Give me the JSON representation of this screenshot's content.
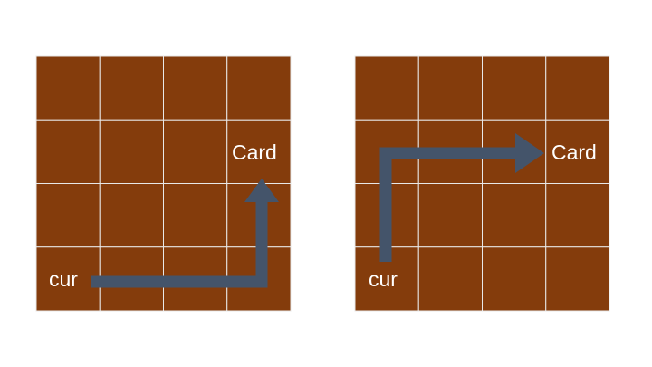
{
  "colors": {
    "grid_fill": "#843C0C",
    "grid_line": "#E8E8E8",
    "arrow": "#44546A",
    "text": "#FFFFFF"
  },
  "diagrams": [
    {
      "rows": 4,
      "cols": 4,
      "path_description": "right then up",
      "start_label": "cur",
      "end_label": "Card"
    },
    {
      "rows": 4,
      "cols": 4,
      "path_description": "up then right",
      "start_label": "cur",
      "end_label": "Card"
    }
  ]
}
